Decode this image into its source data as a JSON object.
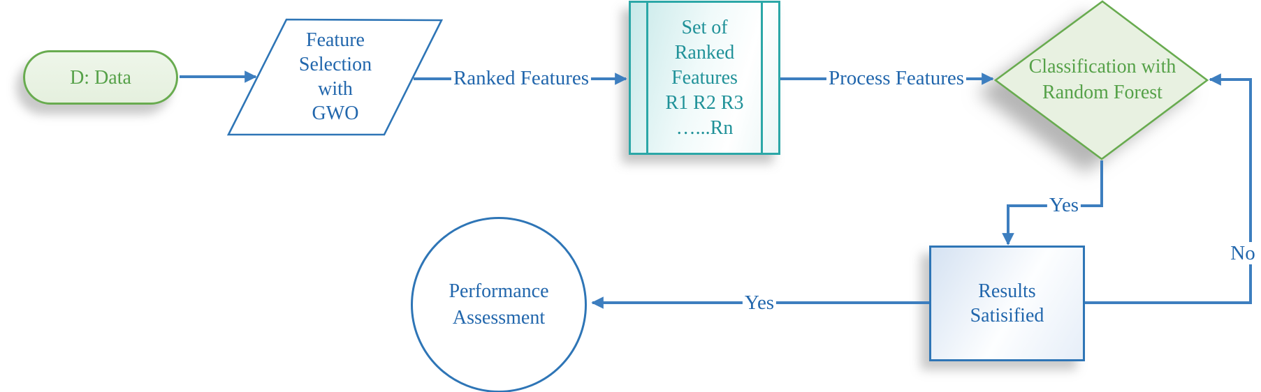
{
  "diagram": {
    "title": "",
    "nodes": {
      "data": {
        "label": "D: Data",
        "shape": "terminator"
      },
      "feature_selection": {
        "label": "Feature\nSelection\nwith\nGWO",
        "shape": "parallelogram"
      },
      "ranked_set": {
        "label": "Set of\nRanked\nFeatures\nR1 R2 R3\n…...Rn",
        "shape": "predefined-process"
      },
      "classification": {
        "label": "Classification with\nRandom Forest",
        "shape": "decision-diamond"
      },
      "results": {
        "label": "Results\nSatisified",
        "shape": "process-box"
      },
      "performance": {
        "label": "Performance\nAssessment",
        "shape": "circle"
      }
    },
    "edges": {
      "ranked_features": "Ranked Features",
      "process_features": "Process Features",
      "yes_down": "Yes",
      "yes_left": "Yes",
      "no": "No"
    },
    "colors": {
      "arrow_blue": "#3d7ebf",
      "blue_text": "#2166ac",
      "blue_border": "#2e75b6",
      "blue_fill": "#d5e2f2",
      "green_border": "#68ab4f",
      "green_text": "#55a148",
      "green_fill": "#e9f2e2",
      "teal_border": "#2ba7a7",
      "teal_text": "#1f9198",
      "teal_fill": "#c8e9e9"
    }
  }
}
